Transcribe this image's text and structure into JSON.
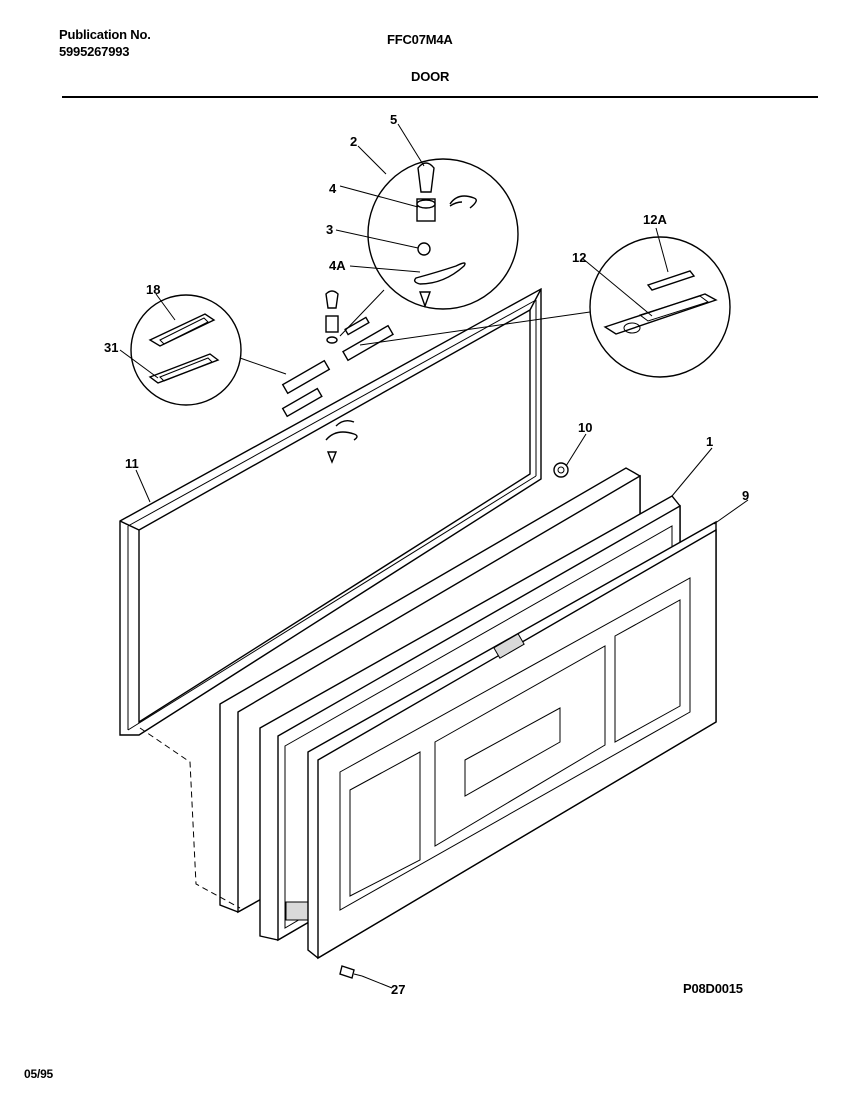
{
  "header": {
    "publication_label": "Publication No.",
    "publication_number": "5995267993",
    "model": "FFC07M4A",
    "section_title": "DOOR"
  },
  "footer": {
    "drawing_code": "P08D0015",
    "date": "05/95"
  },
  "callouts": [
    {
      "id": "c5",
      "label": "5"
    },
    {
      "id": "c2",
      "label": "2"
    },
    {
      "id": "c4",
      "label": "4"
    },
    {
      "id": "c3",
      "label": "3"
    },
    {
      "id": "c4a",
      "label": "4A"
    },
    {
      "id": "c12a",
      "label": "12A"
    },
    {
      "id": "c12",
      "label": "12"
    },
    {
      "id": "c18",
      "label": "18"
    },
    {
      "id": "c31",
      "label": "31"
    },
    {
      "id": "c10",
      "label": "10"
    },
    {
      "id": "c1",
      "label": "1"
    },
    {
      "id": "c9",
      "label": "9"
    },
    {
      "id": "c11",
      "label": "11"
    },
    {
      "id": "c27",
      "label": "27"
    }
  ]
}
